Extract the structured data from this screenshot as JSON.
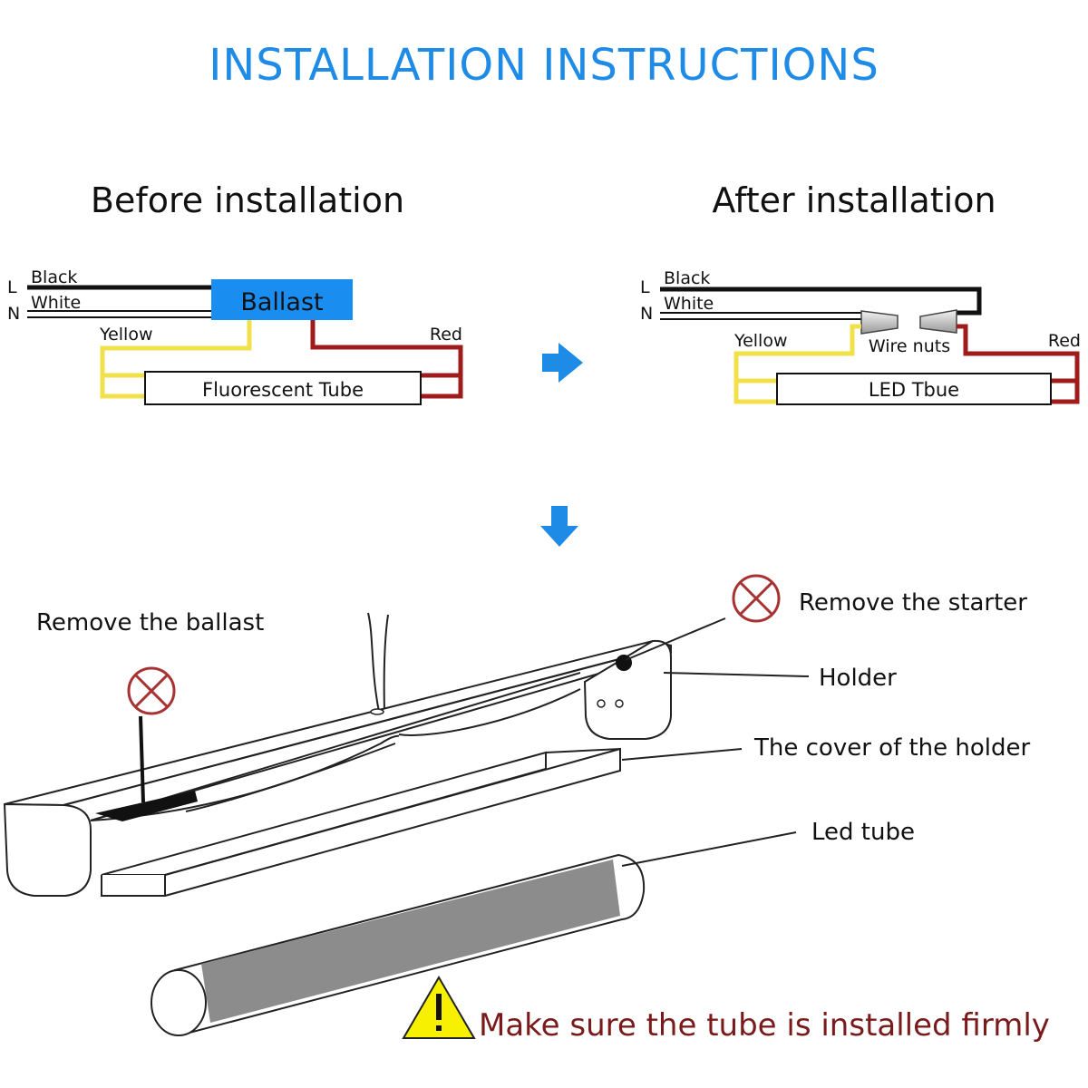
{
  "title": "INSTALLATION  INSTRUCTIONS",
  "before": {
    "heading": "Before installation",
    "line_label": "L",
    "neutral_label": "N",
    "black_label": "Black",
    "white_label": "White",
    "yellow_label": "Yellow",
    "red_label": "Red",
    "ballast_label": "Ballast",
    "tube_label": "Fluorescent Tube"
  },
  "after": {
    "heading": "After installation",
    "line_label": "L",
    "neutral_label": "N",
    "black_label": "Black",
    "white_label": "White",
    "yellow_label": "Yellow",
    "red_label": "Red",
    "wire_nuts_label": "Wire nuts",
    "tube_label": "LED Tbue"
  },
  "callouts": {
    "remove_ballast": "Remove the ballast",
    "remove_starter": "Remove the starter",
    "holder": "Holder",
    "holder_cover": "The cover of the holder",
    "led_tube": "Led tube"
  },
  "warning": "Make sure the tube is installed firmly",
  "colors": {
    "accent_blue": "#1e8be6",
    "ballast_blue": "#1a8ef0",
    "yellow_wire": "#f2e04a",
    "red_wire": "#a01c1c",
    "remove_mark": "#a83232",
    "warning_text": "#7a1a1a",
    "warning_triangle": "#f7f000"
  },
  "icons": [
    "arrow-right-icon",
    "arrow-down-icon",
    "remove-x-icon",
    "warning-icon"
  ]
}
